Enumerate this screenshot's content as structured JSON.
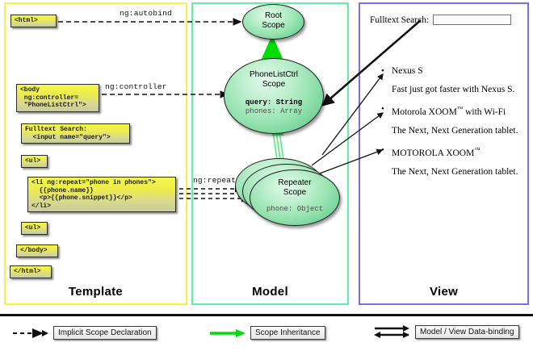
{
  "columns": [
    {
      "id": "template",
      "label": "Template",
      "border": "#f2f24a"
    },
    {
      "id": "model",
      "label": "Model",
      "border": "#5ef0a5"
    },
    {
      "id": "view",
      "label": "View",
      "border": "#7d6ee8"
    }
  ],
  "template": {
    "boxes": [
      {
        "id": "html-open",
        "text": "<html>"
      },
      {
        "id": "body-open",
        "text": "<body\n ng:controller=\n \"PhoneListCtrl\">"
      },
      {
        "id": "fulltext-search",
        "text": "Fulltext Search:\n  <input name=\"query\">"
      },
      {
        "id": "ul-open",
        "text": "<ul>"
      },
      {
        "id": "li-repeat",
        "text": "<li ng:repeat=\"phone in phones\">\n  {{phone.name}}\n  <p>{{phone.snippet}}</p>\n</li>"
      },
      {
        "id": "ul-close",
        "text": "<ul>"
      },
      {
        "id": "body-close",
        "text": "</body>"
      },
      {
        "id": "html-close",
        "text": "</html>"
      }
    ]
  },
  "model": {
    "scopes": [
      {
        "id": "root-scope",
        "line1": "Root",
        "line2": "Scope",
        "props": []
      },
      {
        "id": "phonelistctrl-scope",
        "line1": "PhoneListCtrl",
        "line2": "Scope",
        "props": [
          {
            "text": "query: String",
            "bold": true
          },
          {
            "text": "phones: Array",
            "bold": false
          }
        ]
      },
      {
        "id": "repeater-scope",
        "line1": "Repeater",
        "line2": "Scope",
        "props": [
          {
            "text": "phone: Object",
            "bold": false
          }
        ]
      }
    ]
  },
  "connectors": {
    "autobind": "ng:autobind",
    "controller": "ng:controller",
    "repeat": "ng:repeat"
  },
  "view": {
    "search_label": "Fulltext Search:",
    "search_value": "",
    "search_placeholder": "",
    "phones": [
      {
        "name": "Nexus S",
        "snippet": "Fast just got faster with Nexus S."
      },
      {
        "name": "Motorola XOOM™  with Wi-Fi",
        "snippet": "The Next, Next Generation tablet."
      },
      {
        "name": "MOTOROLA XOOM™",
        "snippet": "The Next, Next Generation tablet."
      }
    ]
  },
  "legend": [
    {
      "id": "implicit-scope-declaration",
      "label": "Implicit Scope Declaration",
      "style": "dashed",
      "color": "#111111"
    },
    {
      "id": "scope-inheritance",
      "label": "Scope Inheritance",
      "style": "solid",
      "color": "#00dd00"
    },
    {
      "id": "model-view-data-binding",
      "label": "Model / View Data-binding",
      "style": "double",
      "color": "#111111"
    }
  ],
  "colors": {
    "template_border": "#f2f24a",
    "model_border": "#5ef0a5",
    "view_border": "#7d6ee8",
    "box_yellow": "#eeee48",
    "scope_green": "#96e2b0",
    "inherit_green": "#00dd00"
  }
}
